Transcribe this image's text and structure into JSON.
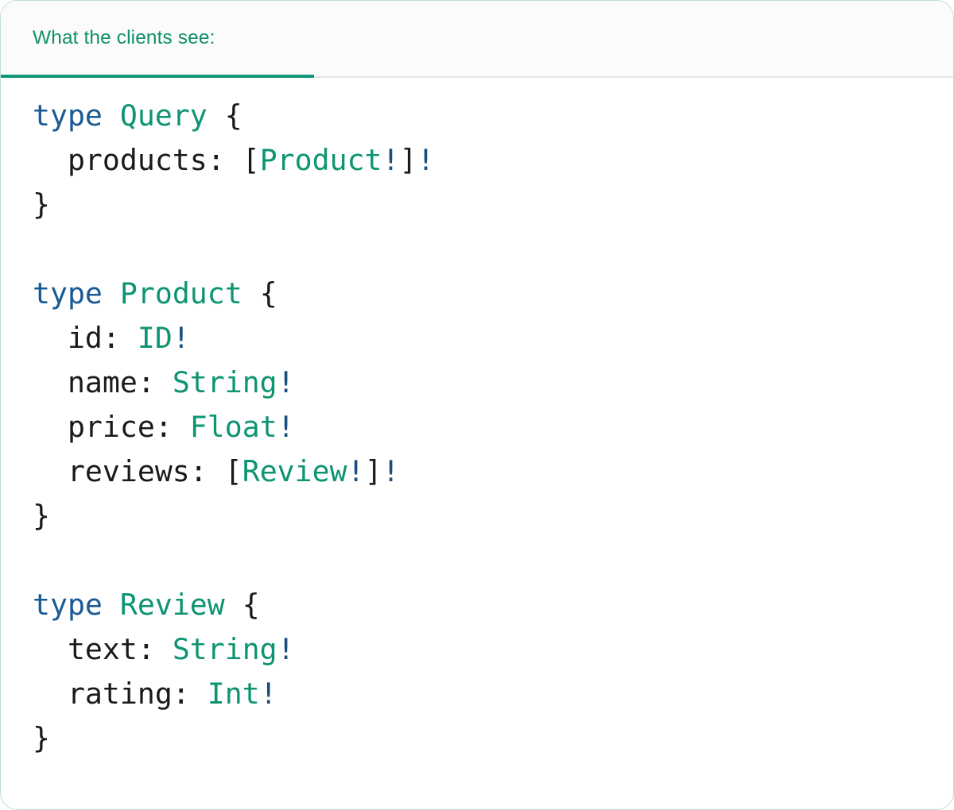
{
  "card": {
    "border_color": "#bfdfcf",
    "background": "#ffffff"
  },
  "header": {
    "tab_label": "What the clients see:",
    "tab_label_color": "#11906b",
    "underline_color": "#12967a",
    "divider_color": "#e4e4e4",
    "background": "#fbfbfb"
  },
  "syntax_colors": {
    "keyword": "#1a5a94",
    "type_name": "#0d9472",
    "field_name": "#1a1a1a",
    "punctuation": "#1a1a1a",
    "non_null_bang": "#1a4e7e"
  },
  "code": {
    "language": "graphql",
    "raw": "type Query {\n  products: [Product!]!\n}\n\ntype Product {\n  id: ID!\n  name: String!\n  price: Float!\n  reviews: [Review!]!\n}\n\ntype Review {\n  text: String!\n  rating: Int!\n}",
    "lines": [
      {
        "id": "l1",
        "tokens": [
          {
            "t": "type",
            "k": "keyword"
          },
          {
            "t": " ",
            "k": "plain"
          },
          {
            "t": "Query",
            "k": "type"
          },
          {
            "t": " ",
            "k": "plain"
          },
          {
            "t": "{",
            "k": "punct"
          }
        ]
      },
      {
        "id": "l2",
        "tokens": [
          {
            "t": "  ",
            "k": "plain"
          },
          {
            "t": "products:",
            "k": "field"
          },
          {
            "t": " ",
            "k": "plain"
          },
          {
            "t": "[",
            "k": "punct"
          },
          {
            "t": "Product",
            "k": "type"
          },
          {
            "t": "!",
            "k": "bang"
          },
          {
            "t": "]",
            "k": "punct"
          },
          {
            "t": "!",
            "k": "bang"
          }
        ]
      },
      {
        "id": "l3",
        "tokens": [
          {
            "t": "}",
            "k": "punct"
          }
        ]
      },
      {
        "id": "l4",
        "tokens": []
      },
      {
        "id": "l5",
        "tokens": [
          {
            "t": "type",
            "k": "keyword"
          },
          {
            "t": " ",
            "k": "plain"
          },
          {
            "t": "Product",
            "k": "type"
          },
          {
            "t": " ",
            "k": "plain"
          },
          {
            "t": "{",
            "k": "punct"
          }
        ]
      },
      {
        "id": "l6",
        "tokens": [
          {
            "t": "  ",
            "k": "plain"
          },
          {
            "t": "id:",
            "k": "field"
          },
          {
            "t": " ",
            "k": "plain"
          },
          {
            "t": "ID",
            "k": "type"
          },
          {
            "t": "!",
            "k": "bang"
          }
        ]
      },
      {
        "id": "l7",
        "tokens": [
          {
            "t": "  ",
            "k": "plain"
          },
          {
            "t": "name:",
            "k": "field"
          },
          {
            "t": " ",
            "k": "plain"
          },
          {
            "t": "String",
            "k": "type"
          },
          {
            "t": "!",
            "k": "bang"
          }
        ]
      },
      {
        "id": "l8",
        "tokens": [
          {
            "t": "  ",
            "k": "plain"
          },
          {
            "t": "price:",
            "k": "field"
          },
          {
            "t": " ",
            "k": "plain"
          },
          {
            "t": "Float",
            "k": "type"
          },
          {
            "t": "!",
            "k": "bang"
          }
        ]
      },
      {
        "id": "l9",
        "tokens": [
          {
            "t": "  ",
            "k": "plain"
          },
          {
            "t": "reviews:",
            "k": "field"
          },
          {
            "t": " ",
            "k": "plain"
          },
          {
            "t": "[",
            "k": "punct"
          },
          {
            "t": "Review",
            "k": "type"
          },
          {
            "t": "!",
            "k": "bang"
          },
          {
            "t": "]",
            "k": "punct"
          },
          {
            "t": "!",
            "k": "bang"
          }
        ]
      },
      {
        "id": "l10",
        "tokens": [
          {
            "t": "}",
            "k": "punct"
          }
        ]
      },
      {
        "id": "l11",
        "tokens": []
      },
      {
        "id": "l12",
        "tokens": [
          {
            "t": "type",
            "k": "keyword"
          },
          {
            "t": " ",
            "k": "plain"
          },
          {
            "t": "Review",
            "k": "type"
          },
          {
            "t": " ",
            "k": "plain"
          },
          {
            "t": "{",
            "k": "punct"
          }
        ]
      },
      {
        "id": "l13",
        "tokens": [
          {
            "t": "  ",
            "k": "plain"
          },
          {
            "t": "text:",
            "k": "field"
          },
          {
            "t": " ",
            "k": "plain"
          },
          {
            "t": "String",
            "k": "type"
          },
          {
            "t": "!",
            "k": "bang"
          }
        ]
      },
      {
        "id": "l14",
        "tokens": [
          {
            "t": "  ",
            "k": "plain"
          },
          {
            "t": "rating:",
            "k": "field"
          },
          {
            "t": " ",
            "k": "plain"
          },
          {
            "t": "Int",
            "k": "type"
          },
          {
            "t": "!",
            "k": "bang"
          }
        ]
      },
      {
        "id": "l15",
        "tokens": [
          {
            "t": "}",
            "k": "punct"
          }
        ]
      }
    ]
  }
}
